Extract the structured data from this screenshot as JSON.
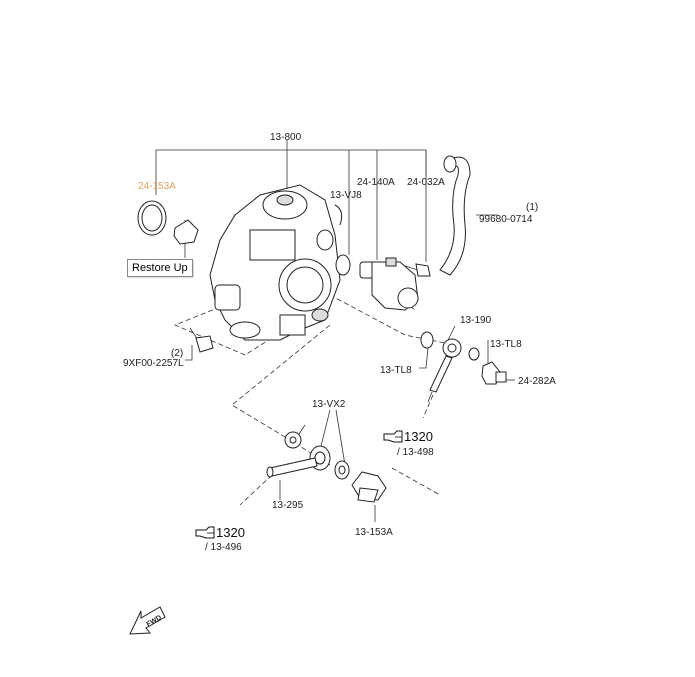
{
  "labels": {
    "assembly": "13-800",
    "highlight": "24-153A",
    "vj8": "13-VJ8",
    "p140a": "24-140A",
    "p032a": "24-032A",
    "hose": "99680-0714",
    "hose_qty": "(1)",
    "bolt_qty": "(2)",
    "bolt": "9XF00-2257L",
    "p190": "13-190",
    "tl8_left": "13-TL8",
    "tl8_right": "13-TL8",
    "p282a": "24-282A",
    "vx2": "13-VX2",
    "p295": "13-295",
    "p153a": "13-153A",
    "ref_right_num": "1320",
    "ref_right_sub": "/ 13-498",
    "ref_left_num": "1320",
    "ref_left_sub": "/ 13-496",
    "fwd": "FWD"
  },
  "restore_button": "Restore Up",
  "colors": {
    "highlight": "#e0a060",
    "line": "#333333"
  },
  "icons": {
    "reference": "pointing-hand-icon",
    "forward": "fwd-arrow-icon"
  }
}
